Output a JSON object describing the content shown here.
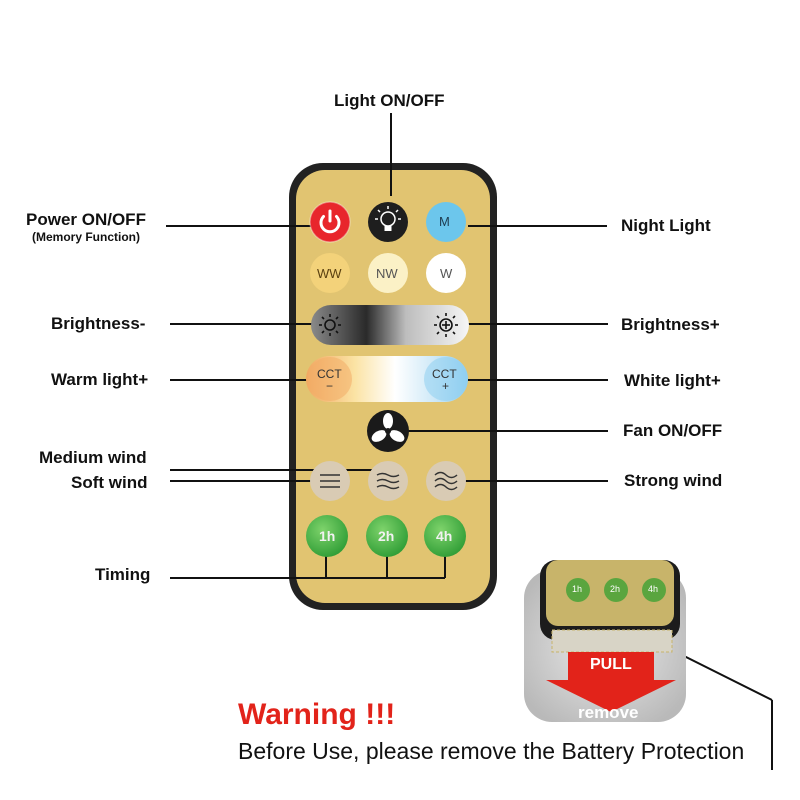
{
  "labels": {
    "light_onoff": "Light ON/OFF",
    "power_onoff": "Power ON/OFF",
    "memory_function": "(Memory Function)",
    "night_light": "Night Light",
    "brightness_minus": "Brightness-",
    "brightness_plus": "Brightness+",
    "warm_light_plus": "Warm light+",
    "white_light_plus": "White light+",
    "fan_onoff": "Fan ON/OFF",
    "medium_wind": "Medium wind",
    "soft_wind": "Soft wind",
    "strong_wind": "Strong wind",
    "timing": "Timing"
  },
  "buttons": {
    "mode_m": "M",
    "ww": "WW",
    "nw": "NW",
    "w": "W",
    "cct_minus_top": "CCT",
    "cct_minus_sign": "−",
    "cct_plus_top": "CCT",
    "cct_plus_sign": "+",
    "timer_1h": "1h",
    "timer_2h": "2h",
    "timer_4h": "4h"
  },
  "inset": {
    "pull": "PULL",
    "remove": "remove",
    "timer_1h": "1h",
    "timer_2h": "2h",
    "timer_4h": "4h"
  },
  "warning": {
    "title": "Warning !!!",
    "message": "Before Use, please remove the Battery Protection"
  },
  "colors": {
    "remote_face": "#e1c471",
    "remote_bezel": "#222222",
    "power_red": "#e8262c",
    "night_blue": "#6cc6ec",
    "timer_green": "#3fae3f",
    "wind_beige": "#d9cbb4",
    "warning_red": "#e2231a"
  }
}
